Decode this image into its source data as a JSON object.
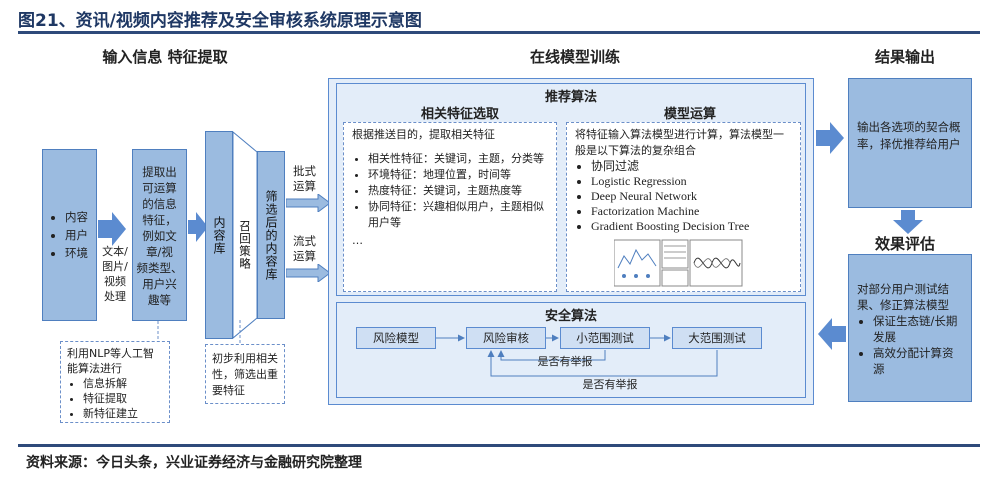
{
  "title": "图21、资讯/视频内容推荐及安全审核系统原理示意图",
  "sections": {
    "left": "输入信息  特征提取",
    "middle": "在线模型训练",
    "result": "结果输出",
    "eval": "效果评估"
  },
  "input_box": {
    "items": [
      "内容",
      "用户",
      "环境"
    ]
  },
  "process_label": [
    "文本/",
    "图片/",
    "视频",
    "处理"
  ],
  "extract_box": [
    "提取出可运算的信息特征，",
    "例如文章/视频类型、",
    "用户兴趣等"
  ],
  "extract_cols": [
    "提取出",
    "可运算",
    "的信息",
    "特征，",
    "例如文",
    "章/视",
    "频类型、",
    "用户兴",
    "趣等"
  ],
  "nlp_box": {
    "intro": "利用NLP等人工智能算法进行",
    "items": [
      "信息拆解",
      "特征提取",
      "新特征建立"
    ]
  },
  "content_lib": "内容库",
  "recall": "召回策略",
  "filtered_lib": "筛选后的内容库",
  "initial_box": "初步利用相关性，筛选出重要特征",
  "batch_label": "批式\n运算",
  "stream_label": "流式\n运算",
  "recommend": {
    "title": "推荐算法",
    "feature_title": "相关特征选取",
    "feature_intro": "根据推送目的，提取相关特征",
    "features": [
      "相关性特征：关键词，主题，分类等",
      "环境特征：地理位置，时间等",
      "热度特征：关键词，主题热度等",
      "协同特征：兴趣相似用户，主题相似用户等"
    ],
    "feature_more": "…",
    "model_title": "模型运算",
    "model_intro": "将特征输入算法模型进行计算，算法模型一般是以下算法的复杂组合",
    "models": [
      "协同过滤",
      "Logistic Regression",
      "Deep Neural Network",
      "Factorization Machine",
      "Gradient Boosting Decision Tree"
    ]
  },
  "security": {
    "title": "安全算法",
    "steps": [
      "风险模型",
      "风险审核",
      "小范围测试",
      "大范围测试"
    ],
    "loop1": "是否有举报",
    "loop2": "是否有举报"
  },
  "result_box": "输出各选项的契合概率，择优推荐给用户",
  "eval_box": {
    "intro": "对部分用户测试结果、修正算法模型",
    "items": [
      "保证生态链/长期发展",
      "高效分配计算资源"
    ]
  },
  "source": "资料来源：今日头条，兴业证券经济与金融研究院整理",
  "colors": {
    "accent": "#1f3864",
    "box_fill": "#9bbbe0",
    "panel_fill": "#e3edf9",
    "border": "#4f7fbf"
  }
}
